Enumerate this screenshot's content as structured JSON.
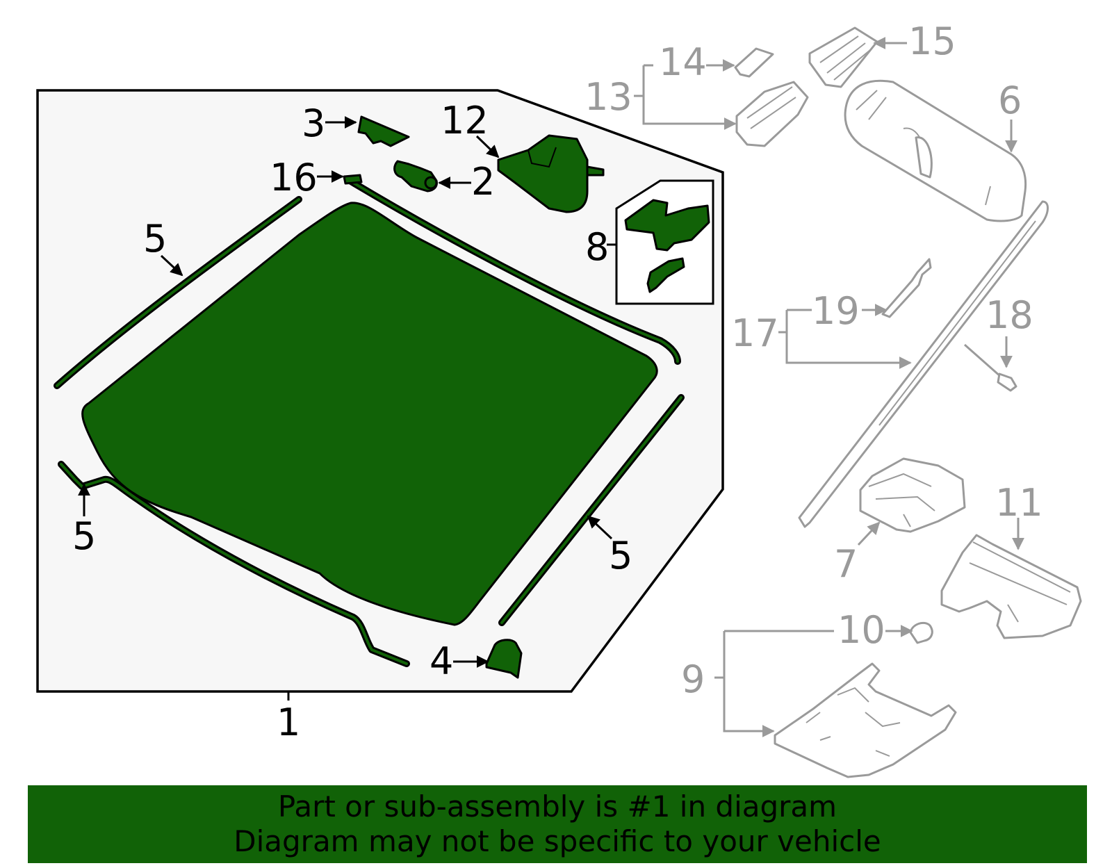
{
  "callouts": {
    "c1": "1",
    "c2": "2",
    "c3": "3",
    "c4": "4",
    "c5": "5",
    "c6": "6",
    "c7": "7",
    "c8": "8",
    "c9": "9",
    "c10": "10",
    "c11": "11",
    "c12": "12",
    "c13": "13",
    "c14": "14",
    "c15": "15",
    "c16": "16",
    "c17": "17",
    "c18": "18",
    "c19": "19"
  },
  "banner": {
    "line1": "Part or sub-assembly is #1 in diagram",
    "line2": "Diagram may not be specific to your vehicle"
  },
  "colors": {
    "highlight": "#116207",
    "inactive": "#9a9a9a",
    "panel": "#f7f7f7"
  }
}
